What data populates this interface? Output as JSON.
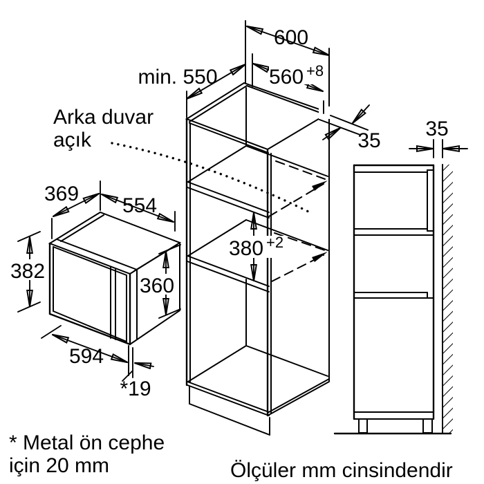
{
  "drawing": {
    "units_note": "Ölçüler mm cinsindendir",
    "footnote_line1": "* Metal ön cephe",
    "footnote_line2": "için 20 mm",
    "back_wall_open_line1": "Arka duvar",
    "back_wall_open_line2": "açık"
  },
  "dims": {
    "cabinet_width_600": "600",
    "min_niche_depth": "min. 550",
    "niche_width": "560",
    "niche_width_tolerance": "+8",
    "rear_cable_gap": "35",
    "wall_gap": "35",
    "niche_height": "380",
    "niche_height_tolerance": "+2",
    "oven_depth": "369",
    "oven_body_width": "554",
    "oven_front_height": "382",
    "oven_body_height": "360",
    "oven_front_width": "594",
    "front_frame_depth": "*19"
  }
}
